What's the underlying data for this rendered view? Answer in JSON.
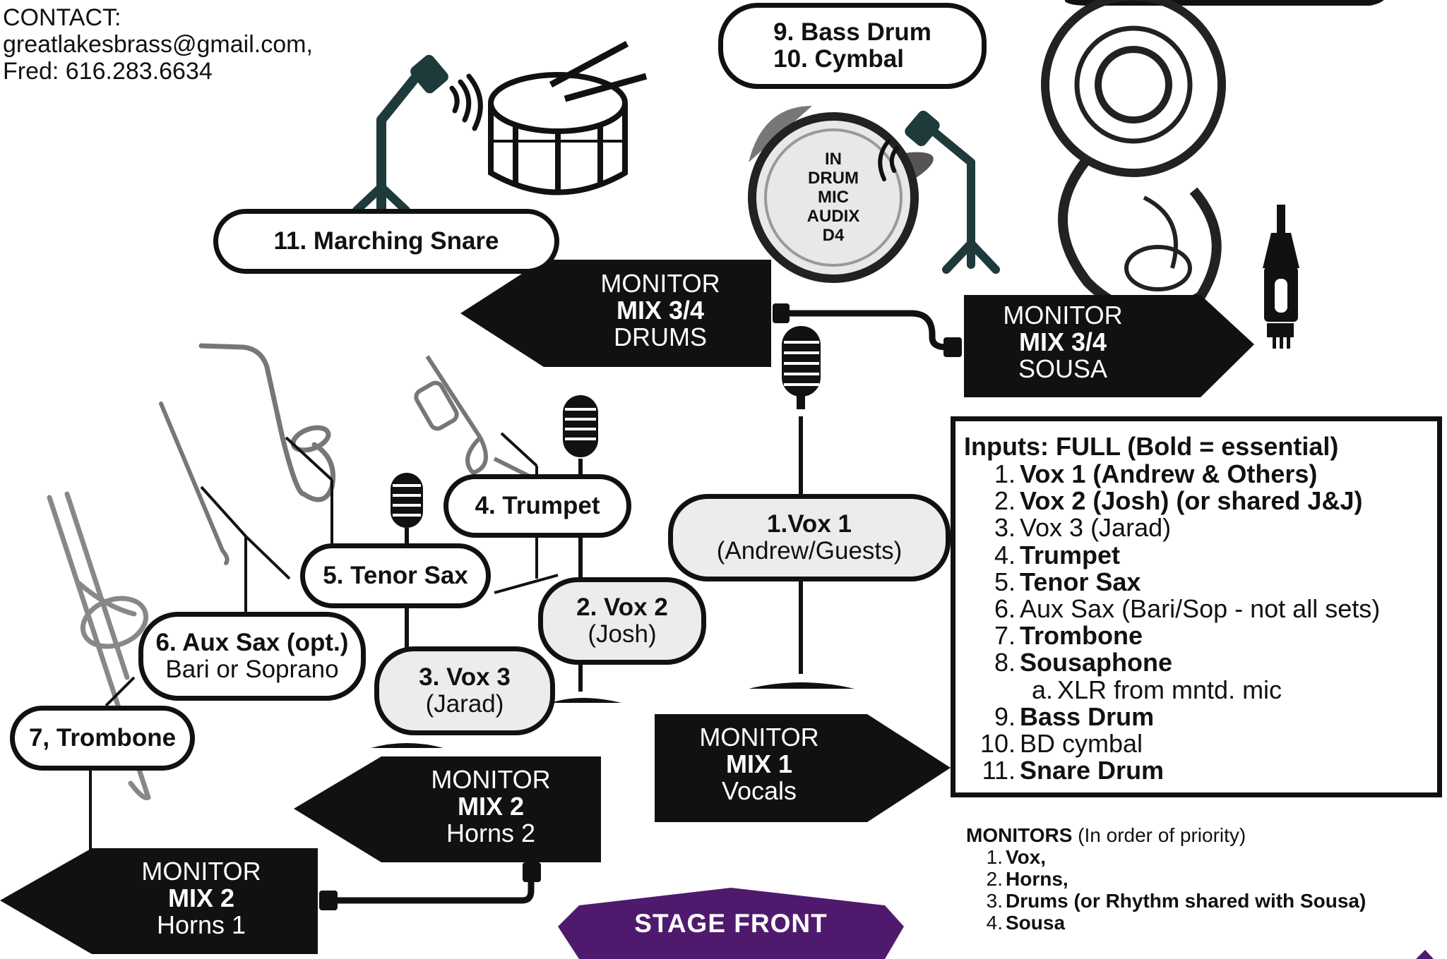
{
  "contact": {
    "label": "CONTACT:",
    "email": "greatlakesbrass@gmail.com,",
    "phone": "Fred: 616.283.6634"
  },
  "mic_labels": {
    "bass_drum": "9. Bass Drum",
    "cymbal": "10. Cymbal",
    "snare": "11. Marching Snare",
    "trumpet": "4. Trumpet",
    "tenor_sax": "5. Tenor Sax",
    "aux_sax_title": "6. Aux Sax (opt.)",
    "aux_sax_sub": "Bari or Soprano",
    "trombone": "7, Trombone",
    "vox1_title": "1.Vox 1",
    "vox1_sub": "(Andrew/Guests)",
    "vox2_title": "2. Vox 2",
    "vox2_sub": "(Josh)",
    "vox3_title": "3. Vox 3",
    "vox3_sub": "(Jarad)"
  },
  "in_drum_mic": [
    "IN",
    "DRUM",
    "MIC",
    "AUDIX",
    "D4"
  ],
  "monitors_on_stage": {
    "drums": {
      "line1": "MONITOR",
      "line2": "MIX 3/4",
      "line3": "DRUMS"
    },
    "sousa": {
      "line1": "MONITOR",
      "line2": "MIX 3/4",
      "line3": "SOUSA"
    },
    "vocals": {
      "line1": "MONITOR",
      "line2": "MIX 1",
      "line3": "Vocals"
    },
    "horns2": {
      "line1": "MONITOR",
      "line2": "MIX 2",
      "line3": "Horns 2"
    },
    "horns1": {
      "line1": "MONITOR",
      "line2": "MIX 2",
      "line3": "Horns 1"
    }
  },
  "inputs": {
    "title": "Inputs: FULL (Bold = essential)",
    "items": [
      {
        "num": "1.",
        "text": "Vox 1 (Andrew & Others)",
        "bold": true
      },
      {
        "num": "2.",
        "text": "Vox 2 (Josh) (or shared J&J)",
        "bold": true
      },
      {
        "num": "3.",
        "text": "Vox 3 (Jarad)",
        "bold": false
      },
      {
        "num": "4.",
        "text": "Trumpet",
        "bold": true
      },
      {
        "num": "5.",
        "text": "Tenor Sax",
        "bold": true
      },
      {
        "num": "6.",
        "text": "Aux Sax (Bari/Sop - not all sets)",
        "bold": false
      },
      {
        "num": "7.",
        "text": "Trombone",
        "bold": true
      },
      {
        "num": "8.",
        "text": "Sousaphone",
        "bold": true
      },
      {
        "num": "a.",
        "text": "XLR from mntd. mic",
        "bold": false,
        "sub": true
      },
      {
        "num": "9.",
        "text": "Bass Drum",
        "bold": true
      },
      {
        "num": "10.",
        "text": "BD cymbal",
        "bold": false
      },
      {
        "num": "11.",
        "text": "Snare Drum",
        "bold": true
      }
    ]
  },
  "monitors_priority": {
    "head_bold": "MONITORS",
    "head_rest": " (In order of priority)",
    "items": [
      {
        "num": "1.",
        "text": "Vox,"
      },
      {
        "num": "2.",
        "text": "Horns,"
      },
      {
        "num": "3.",
        "text": "Drums (or Rhythm shared with Sousa)"
      },
      {
        "num": "4.",
        "text": "Sousa"
      }
    ]
  },
  "stage_front": "STAGE FRONT",
  "colors": {
    "ink": "#111111",
    "stage": "#4f1a6e",
    "pill_grey": "#ececec"
  },
  "icons": [
    "mic-stand-icon",
    "snare-drum-icon",
    "bass-drum-icon",
    "sousaphone-icon",
    "xlr-plug-icon",
    "ribbon-mic-icon",
    "saxophone-icon",
    "trumpet-icon",
    "trombone-icon"
  ]
}
